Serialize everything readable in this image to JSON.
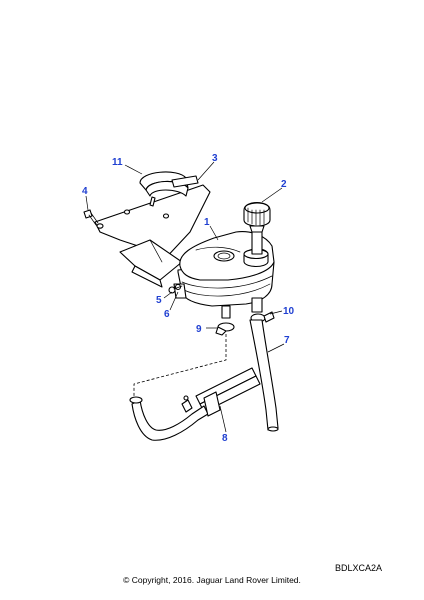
{
  "diagram": {
    "callouts": [
      "1",
      "2",
      "3",
      "4",
      "5",
      "6",
      "7",
      "8",
      "9",
      "10",
      "11"
    ],
    "reference_code": "BDLXCA2A",
    "copyright": "© Copyright, 2016. Jaguar Land Rover Limited.",
    "colors": {
      "callout": "#1f3fd1",
      "line": "#000000",
      "background": "#ffffff"
    }
  }
}
